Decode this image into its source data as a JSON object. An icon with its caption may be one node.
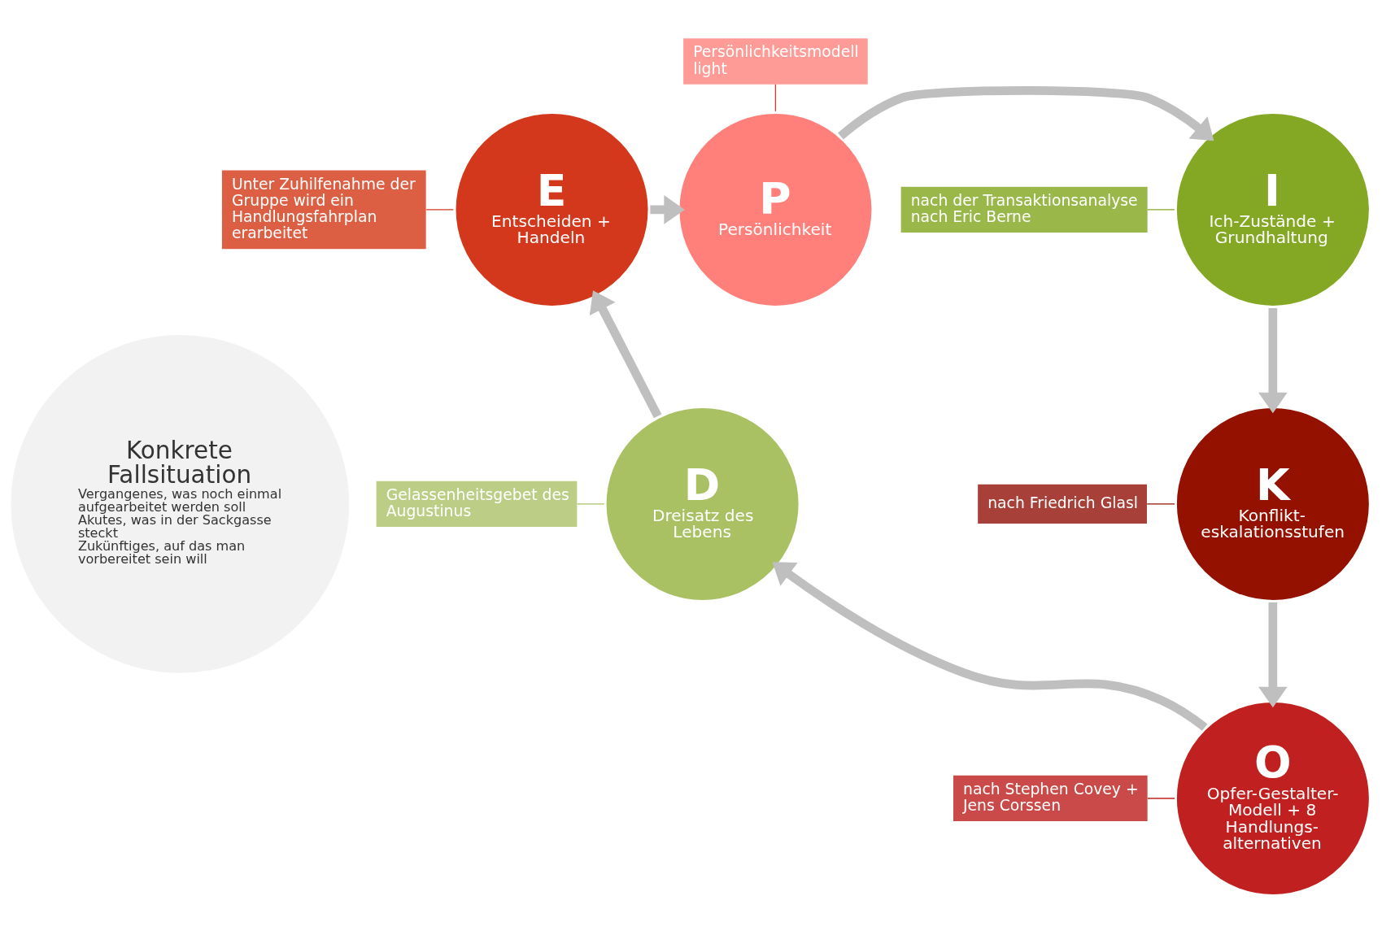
{
  "diagram": {
    "nodes": [
      {
        "text": [
          "Konkrete Fallsituation",
          "Vergangenes, was noch einmal aufgearbeitet werden soll",
          "Akutes, was in der Sackgasse steckt",
          "Zukünftiges, auf das man vorbereitet sein will"
        ]
      },
      {
        "text": [
          "P",
          "Persönlichkeit"
        ]
      },
      {
        "text": [
          "I",
          "Ich-Zustände + Grundhaltung"
        ]
      },
      {
        "text": [
          "K",
          "Konflikt- eskalationsstufen"
        ]
      },
      {
        "text": [
          "O",
          "Opfer-Gestalter- Modell + 8 Handlungs- alternativen"
        ]
      },
      {
        "text": [
          "D",
          "Dreisatz des Lebens"
        ]
      },
      {
        "text": [
          "E",
          "Entscheiden + Handeln"
        ]
      },
      {
        "text": [
          "Persönlichkeitsmodell light"
        ]
      },
      {
        "text": [
          "nach der Transaktionsanalyse nach Eric Berne"
        ]
      },
      {
        "text": [
          "nach Friedrich Glasl"
        ]
      },
      {
        "text": [
          "nach Stephen Covey + Jens Corssen"
        ]
      },
      {
        "text": [
          "Gelassenheitsgebet des Augustinus"
        ]
      },
      {
        "text": [
          "Unter Zuhilfenahme der Gruppe wird ein Handlungsfahrplan erarbeitet"
        ]
      }
    ],
    "edges": [
      {
        "from": 1,
        "to": 2,
        "arrow": "to",
        "style": "thick"
      },
      {
        "from": 2,
        "to": 3,
        "arrow": "to",
        "style": "thick"
      },
      {
        "from": 3,
        "to": 4,
        "arrow": "to",
        "style": "thick"
      },
      {
        "from": 4,
        "to": 5,
        "arrow": "to",
        "style": "thick"
      },
      {
        "from": 5,
        "to": 6,
        "arrow": "to",
        "style": "thick"
      },
      {
        "from": 6,
        "to": 1,
        "arrow": "to",
        "style": "thick"
      },
      {
        "from": 7,
        "to": 1,
        "arrow": "none",
        "color": "#e0393a"
      },
      {
        "from": 8,
        "to": 2,
        "arrow": "none",
        "color": "#84a824"
      },
      {
        "from": 9,
        "to": 3,
        "arrow": "none",
        "color": "#941100"
      },
      {
        "from": 10,
        "to": 4,
        "arrow": "none",
        "color": "#c0201f"
      },
      {
        "from": 11,
        "to": 5,
        "arrow": "none",
        "color": "#a9c063"
      },
      {
        "from": 12,
        "to": 6,
        "arrow": "none",
        "color": "#d4381c"
      }
    ]
  }
}
